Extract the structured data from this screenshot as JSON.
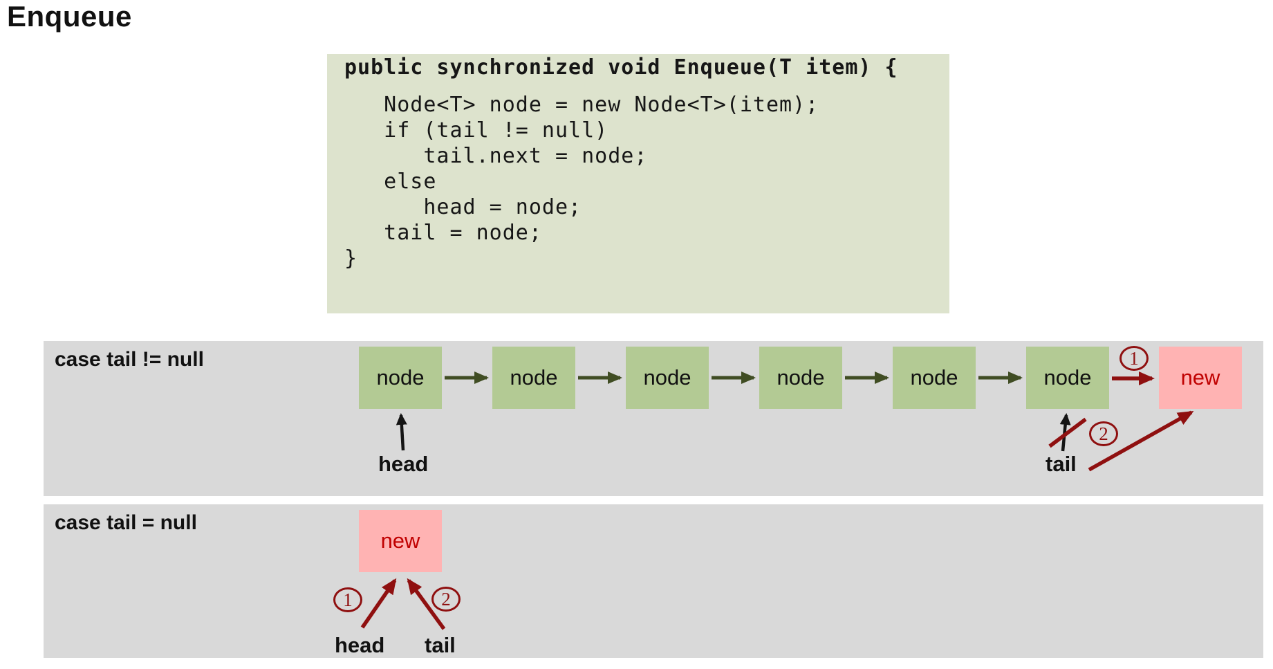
{
  "title": "Enqueue",
  "code": {
    "lines": [
      "public synchronized void Enqueue(T item) {",
      "   Node<T> node = new Node<T>(item);",
      "   if (tail != null)",
      "      tail.next = node;",
      "   else",
      "      head = node;",
      "   tail = node;",
      "}"
    ]
  },
  "panel_not_null": {
    "label": "case tail != null",
    "nodes": [
      "node",
      "node",
      "node",
      "node",
      "node",
      "node"
    ],
    "new_box_label": "new",
    "head_label": "head",
    "tail_label": "tail",
    "step1": "1",
    "step2": "2"
  },
  "panel_null": {
    "label": "case tail = null",
    "new_box_label": "new",
    "head_label": "head",
    "tail_label": "tail",
    "step1": "1",
    "step2": "2"
  },
  "colors": {
    "code_background": "#dde3cd",
    "panel_background": "#d9d9d9",
    "node_green": "#b3ca94",
    "new_pink": "#ffb3b3",
    "new_text_red": "#c00000",
    "next_link_green": "#404d23",
    "action_dark_red": "#8f1010",
    "pointer_black": "#141414"
  }
}
